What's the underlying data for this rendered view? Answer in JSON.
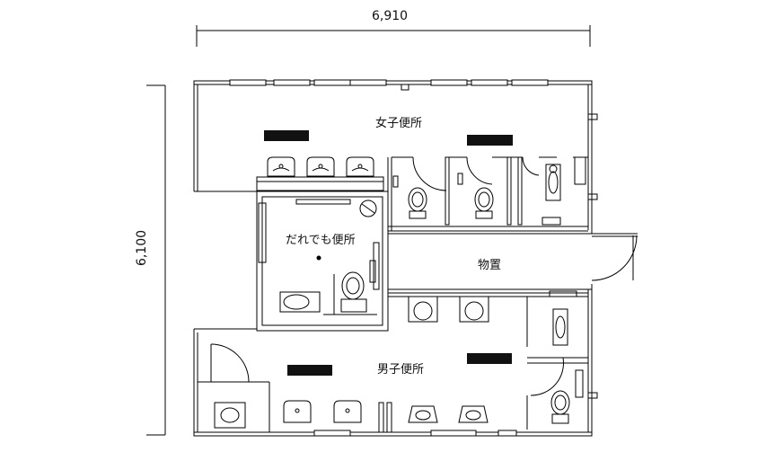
{
  "dimensions": {
    "width": "6,910",
    "height": "6,100"
  },
  "rooms": {
    "womens": "女子便所",
    "universal": "だれでも便所",
    "storage": "物置",
    "mens": "男子便所"
  },
  "colors": {
    "line": "#000000",
    "background": "#ffffff",
    "sign_block": "#111111"
  }
}
